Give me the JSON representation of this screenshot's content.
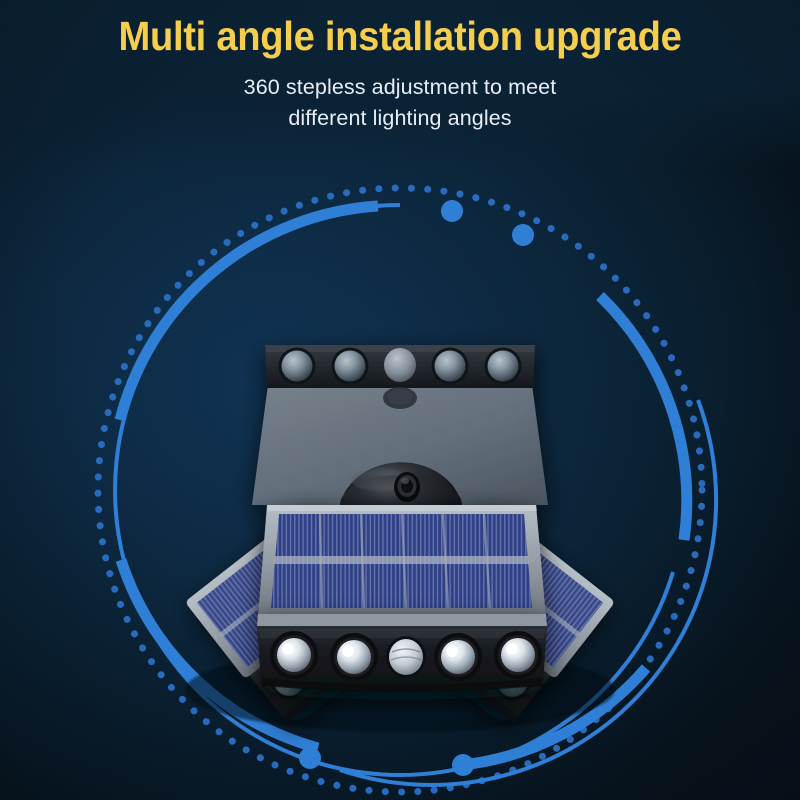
{
  "page": {
    "background_color_top": "#0b2335",
    "background_color_mid": "#103352",
    "background_color_bottom": "#07131d"
  },
  "header": {
    "title": "Multi angle installation upgrade",
    "title_color": "#f5ce4e",
    "subtitle_line1": "360 stepless adjustment to meet",
    "subtitle_line2": "different lighting angles",
    "subtitle_color": "#e8eef4"
  },
  "decor": {
    "ring_accent_color": "#2f7fd6",
    "ring_thin_color": "#2f7fd6",
    "ring_dot_color": "#2b6fc4",
    "dotted_circle_name": "dotted-orbit-circle",
    "solid_circle_name": "solid-orbit-circle",
    "thick_arc_name": "thick-orbit-arc"
  },
  "product": {
    "name": "multi-head-solar-motion-sensor-light",
    "heads": [
      {
        "id": "top-head",
        "led_count": 4,
        "sensor": "pir-motion-sensor"
      },
      {
        "id": "left-head",
        "led_count": 4,
        "sensor": "pir-motion-sensor"
      },
      {
        "id": "right-head",
        "led_count": 4,
        "sensor": "pir-motion-sensor"
      },
      {
        "id": "front-head",
        "led_count": 4,
        "sensor": "pir-motion-sensor"
      }
    ],
    "solar_panels": [
      {
        "id": "top-solar-panel",
        "cell_color": "#2d3f85"
      },
      {
        "id": "left-solar-panel",
        "cell_color": "#2d3f85"
      },
      {
        "id": "right-solar-panel",
        "cell_color": "#2d3f85"
      },
      {
        "id": "front-solar-panel",
        "cell_color": "#2d3f85"
      }
    ],
    "pivot": {
      "id": "ball-joint-dome",
      "color": "#14161a"
    },
    "body_color": "#15171c",
    "panel_frame_color": "#9aa2ab",
    "led_lens_color": "#e9eef2"
  }
}
